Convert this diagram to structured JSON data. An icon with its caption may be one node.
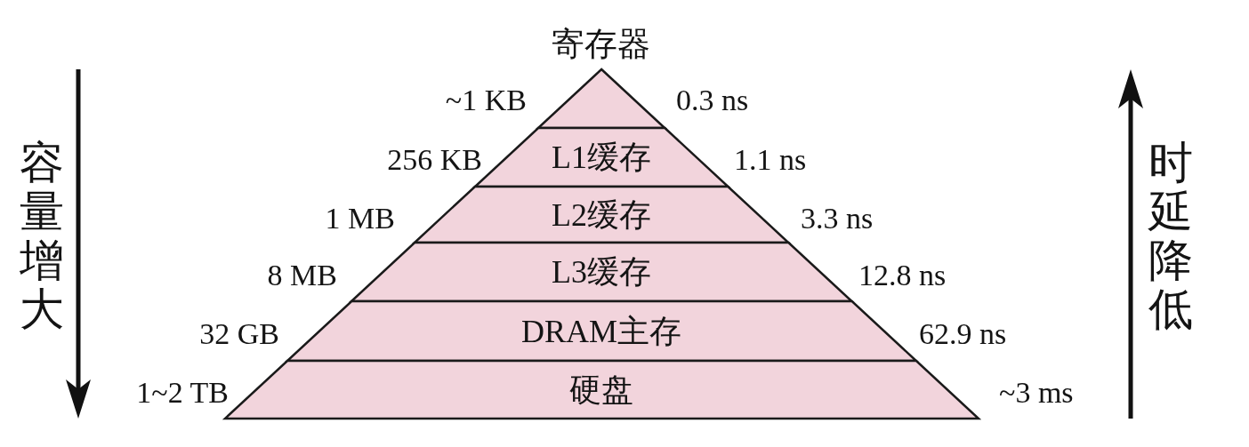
{
  "diagram": {
    "nodes": [
      {
        "text": [
          "寄存器"
        ],
        "beside": [
          "~1 KB",
          "0.3 ns"
        ]
      },
      {
        "text": [
          "L1缓存"
        ],
        "beside": [
          "256 KB",
          "1.1 ns"
        ]
      },
      {
        "text": [
          "L2缓存"
        ],
        "beside": [
          "1 MB",
          "3.3 ns"
        ]
      },
      {
        "text": [
          "L3缓存"
        ],
        "beside": [
          "8 MB",
          "12.8 ns"
        ]
      },
      {
        "text": [
          "DRAM主存"
        ],
        "beside": [
          "32 GB",
          "62.9 ns"
        ]
      },
      {
        "text": [
          "硬盘"
        ],
        "beside": [
          "1~2 TB",
          "~3 ms"
        ]
      }
    ],
    "labels": [
      "容量增大",
      "时延降低"
    ]
  }
}
